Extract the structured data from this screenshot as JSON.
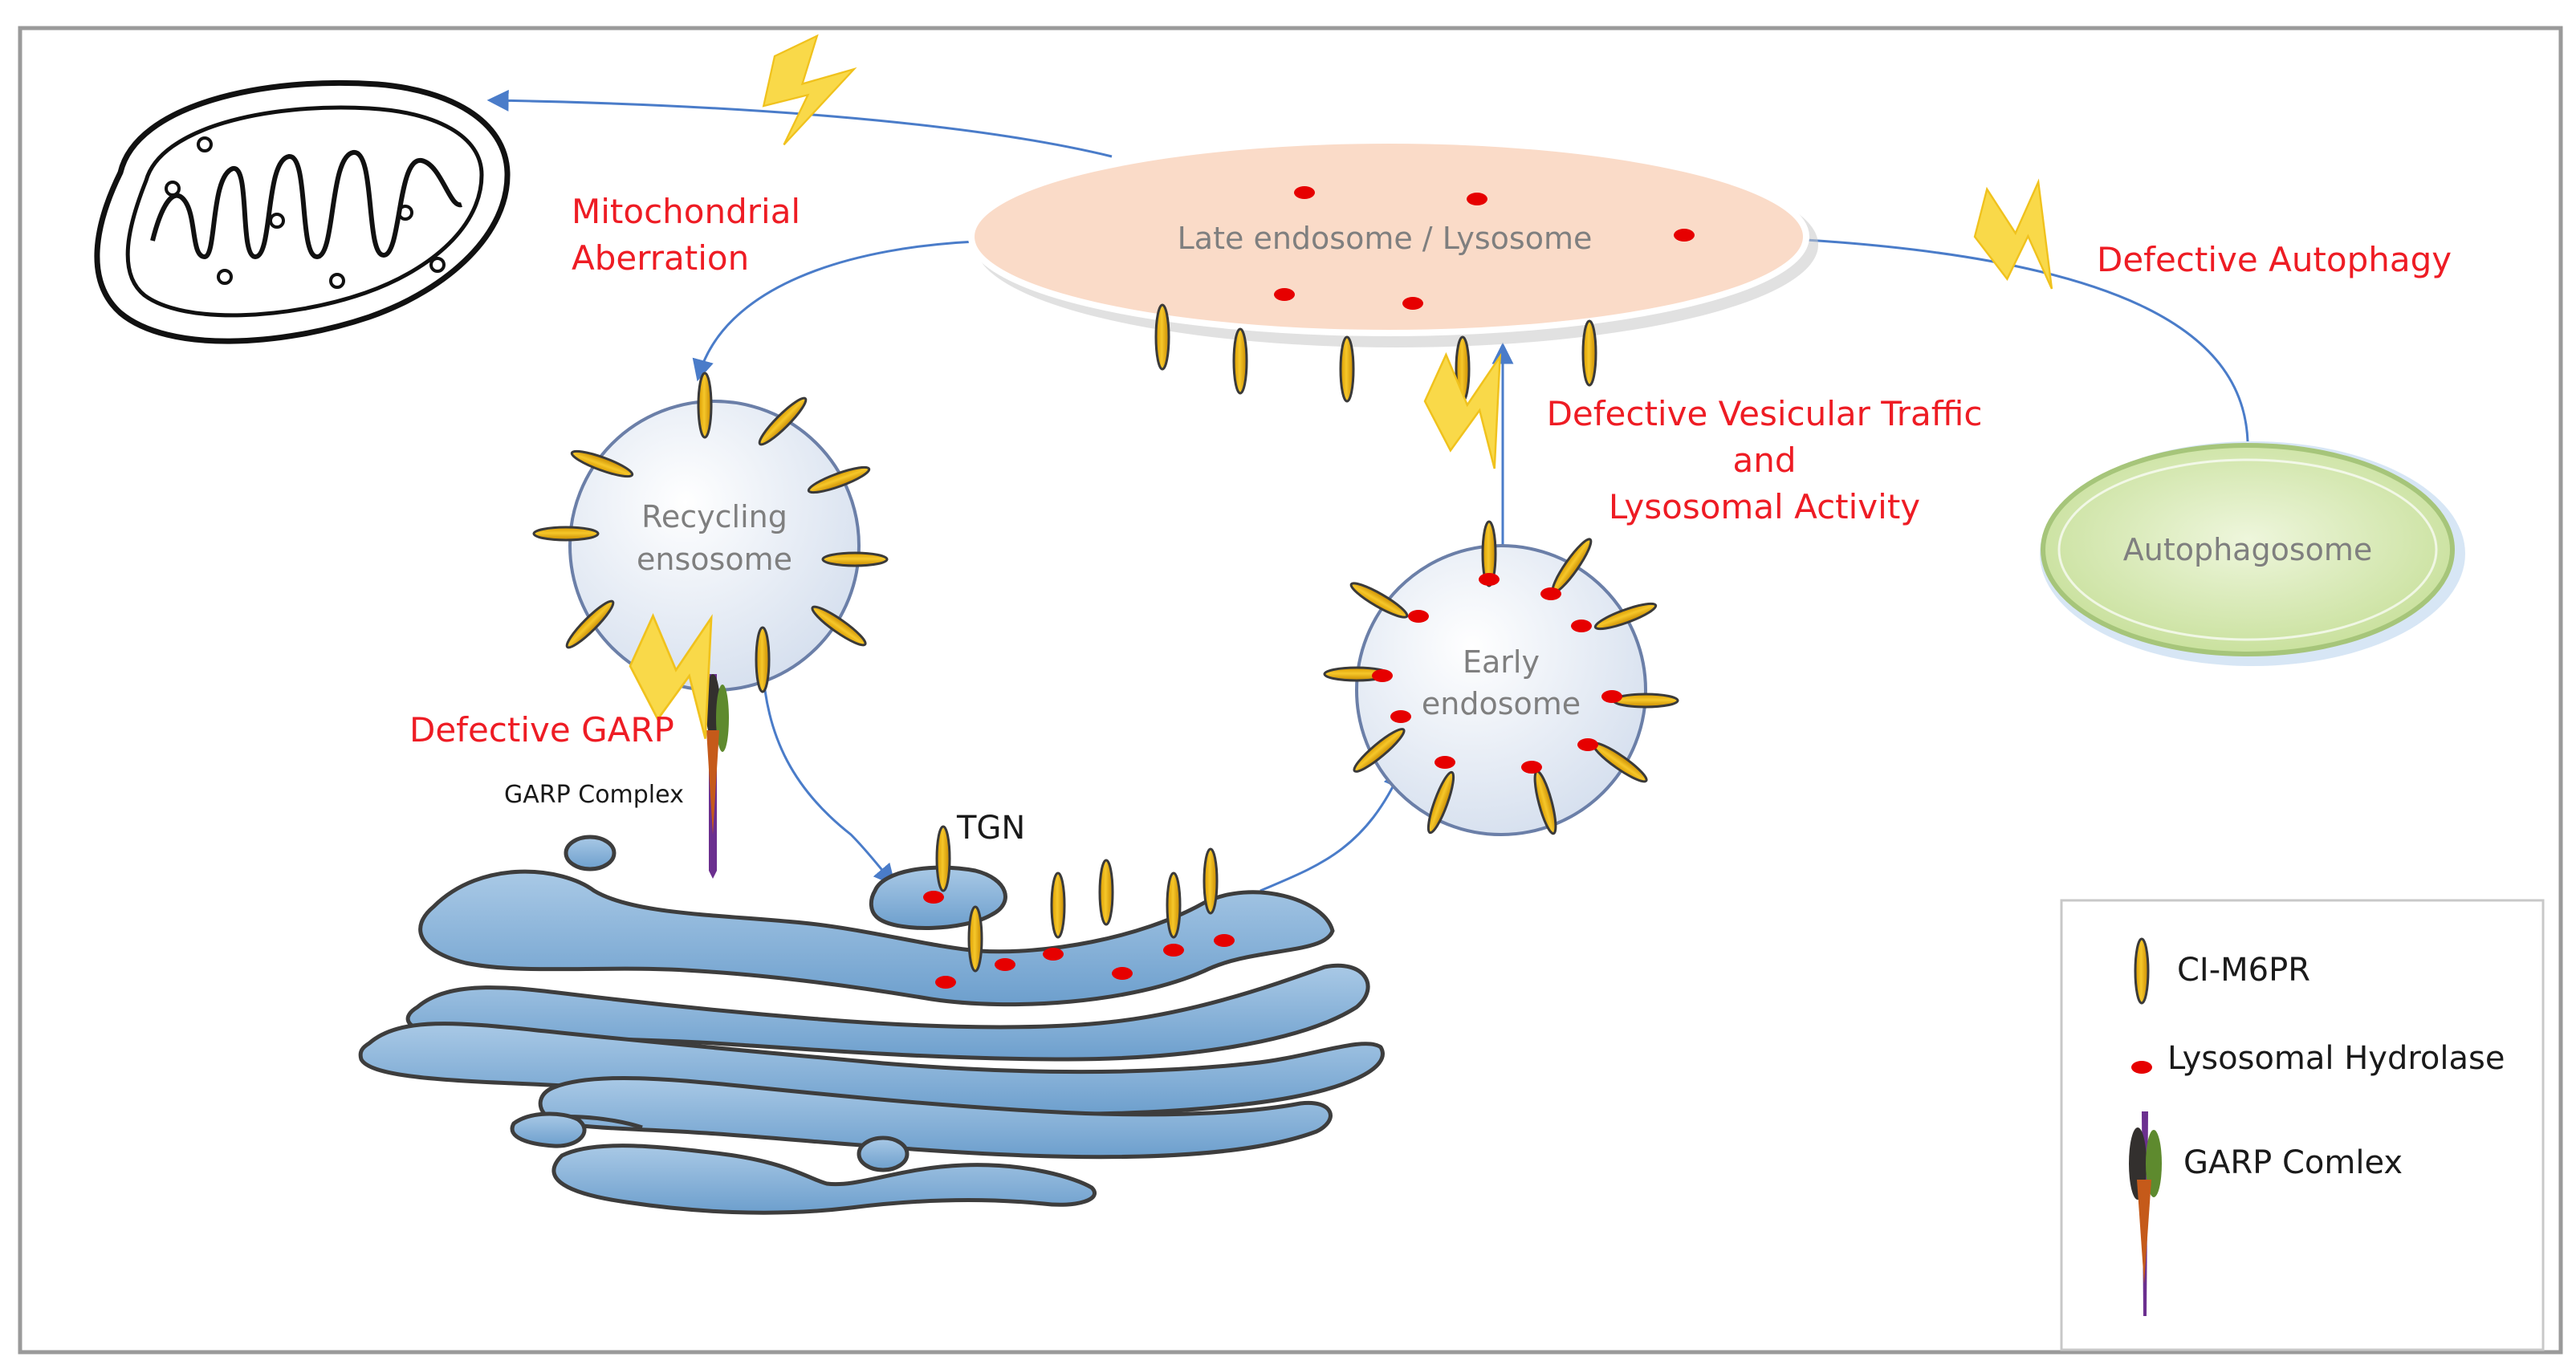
{
  "organelles": {
    "late_endosome": "Late endosome / Lysosome",
    "recycling_line1": "Recycling",
    "recycling_line2": "ensosome",
    "early_line1": "Early",
    "early_line2": "endosome",
    "autophagosome": "Autophagosome",
    "tgn": "TGN",
    "garp_complex": "GARP Complex"
  },
  "defects": {
    "mito_line1": "Mitochondrial",
    "mito_line2": "Aberration",
    "autophagy": "Defective Autophagy",
    "vesicular_line1": "Defective Vesicular Traffic",
    "vesicular_line2": "and",
    "vesicular_line3": "Lysosomal Activity",
    "garp": "Defective GARP"
  },
  "legend": {
    "m6pr": "CI-M6PR",
    "hydrolase": "Lysosomal Hydrolase",
    "garp": "GARP Comlex"
  },
  "colors": {
    "defect_text": "#ee1c24",
    "lightning": "#f9d949",
    "receptor": "#f2b90f",
    "hydrolase": "#e60000",
    "golgi": "#7faed4",
    "arrow": "#4a7cc9",
    "late_endosome_fill": "#fadbc8",
    "autophagosome_fill": "#d7e9b5"
  }
}
